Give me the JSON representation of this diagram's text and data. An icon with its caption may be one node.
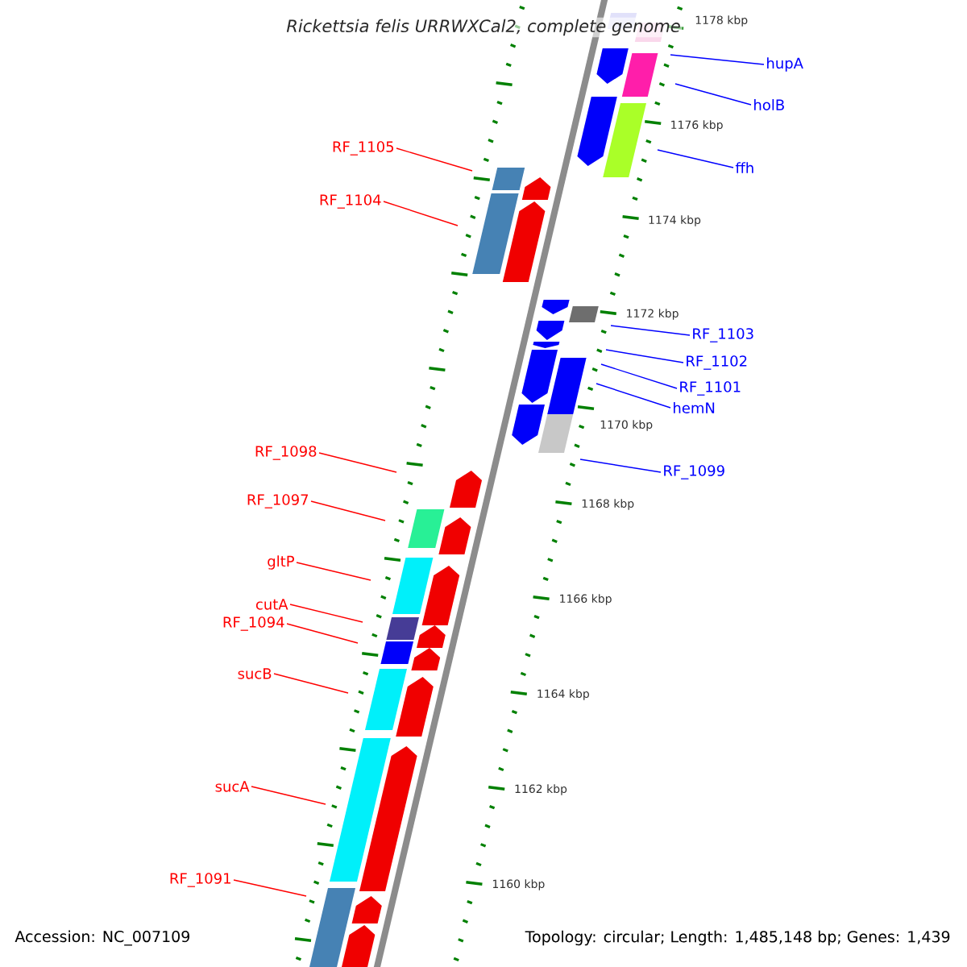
{
  "diagram": {
    "title": "*Rickettsia felis* URRWXCal2, complete genome",
    "nodes": [
      {
        "text": [
          "hupA"
        ]
      },
      {
        "text": [
          "holB"
        ]
      },
      {
        "text": [
          "RF_1105"
        ]
      },
      {
        "text": [
          "ffh"
        ]
      },
      {
        "text": [
          "RF_1104"
        ]
      },
      {
        "text": [
          "RF_1103"
        ]
      },
      {
        "text": [
          "RF_1102"
        ]
      },
      {
        "text": [
          "RF_1101"
        ]
      },
      {
        "text": [
          "hemN"
        ]
      },
      {
        "text": [
          "RF_1098"
        ]
      },
      {
        "text": [
          "RF_1099"
        ]
      },
      {
        "text": [
          "RF_1097"
        ]
      },
      {
        "text": [
          "gltP"
        ]
      },
      {
        "text": [
          "cutA"
        ]
      },
      {
        "text": [
          "RF_1094"
        ]
      },
      {
        "text": [
          "sucB"
        ]
      },
      {
        "text": [
          "sucA"
        ]
      },
      {
        "text": [
          "RF_1091"
        ]
      }
    ],
    "edges": [
      {
        "from": 0,
        "to": null,
        "arrow": "none",
        "color": "#0000ff"
      },
      {
        "from": 1,
        "to": null,
        "arrow": "none",
        "color": "#0000ff"
      },
      {
        "from": 2,
        "to": null,
        "arrow": "none"
      },
      {
        "from": 3,
        "to": null,
        "arrow": "none",
        "color": "#0000ff"
      },
      {
        "from": 4,
        "to": null,
        "arrow": "none"
      },
      {
        "from": 5,
        "to": null,
        "arrow": "none",
        "color": "#0000ff"
      },
      {
        "from": 6,
        "to": null,
        "arrow": "none",
        "color": "#0000ff"
      },
      {
        "from": 7,
        "to": null,
        "arrow": "none",
        "color": "#0000ff"
      },
      {
        "from": 8,
        "to": null,
        "arrow": "none",
        "color": "#0000ff"
      },
      {
        "from": 9,
        "to": null,
        "arrow": "none"
      },
      {
        "from": 10,
        "to": null,
        "arrow": "none",
        "color": "#0000ff"
      },
      {
        "from": 11,
        "to": null,
        "arrow": "none"
      },
      {
        "from": 12,
        "to": null,
        "arrow": "none"
      },
      {
        "from": 13,
        "to": null,
        "arrow": "none"
      },
      {
        "from": 14,
        "to": null,
        "arrow": "none"
      },
      {
        "from": 15,
        "to": null,
        "arrow": "none"
      },
      {
        "from": 16,
        "to": null,
        "arrow": "none"
      },
      {
        "from": 17,
        "to": null,
        "arrow": "none"
      }
    ],
    "labels": [
      "1178 kbp",
      "1176 kbp",
      "1174 kbp",
      "1172 kbp",
      "1170 kbp",
      "1168 kbp",
      "1166 kbp",
      "1164 kbp",
      "1162 kbp",
      "1160 kbp",
      "Accession: NC_007109",
      "Topology: circular; Length: 1,485,148 bp; Genes: 1,439"
    ]
  }
}
